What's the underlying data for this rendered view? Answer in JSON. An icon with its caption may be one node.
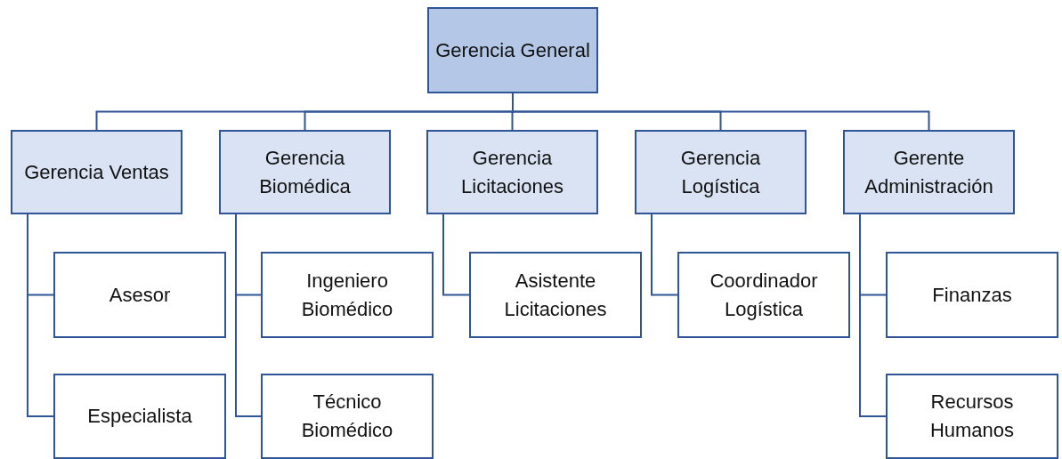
{
  "diagram": {
    "nodes": [
      {
        "text": [
          "Gerencia General"
        ]
      },
      {
        "text": [
          "Gerencia Ventas"
        ]
      },
      {
        "text": [
          "Gerencia Biomédica"
        ]
      },
      {
        "text": [
          "Gerencia Licitaciones"
        ]
      },
      {
        "text": [
          "Gerencia Logística"
        ]
      },
      {
        "text": [
          "Gerente Administración"
        ]
      },
      {
        "text": [
          "Asesor"
        ]
      },
      {
        "text": [
          "Ingeniero Biomédico"
        ]
      },
      {
        "text": [
          "Asistente Licitaciones"
        ]
      },
      {
        "text": [
          "Coordinador Logística"
        ]
      },
      {
        "text": [
          "Finanzas"
        ]
      },
      {
        "text": [
          "Especialista"
        ]
      },
      {
        "text": [
          "Técnico Biomédico"
        ]
      },
      {
        "text": [
          "Recursos Humanos"
        ]
      }
    ],
    "edges": [
      {
        "from": 0,
        "to": 1,
        "arrow": "none"
      },
      {
        "from": 0,
        "to": 2,
        "arrow": "none"
      },
      {
        "from": 0,
        "to": 3,
        "arrow": "none"
      },
      {
        "from": 0,
        "to": 4,
        "arrow": "none"
      },
      {
        "from": 0,
        "to": 5,
        "arrow": "none"
      },
      {
        "from": 1,
        "to": 6,
        "arrow": "none"
      },
      {
        "from": 1,
        "to": 11,
        "arrow": "none"
      },
      {
        "from": 2,
        "to": 7,
        "arrow": "none"
      },
      {
        "from": 2,
        "to": 12,
        "arrow": "none"
      },
      {
        "from": 3,
        "to": 8,
        "arrow": "none"
      },
      {
        "from": 4,
        "to": 9,
        "arrow": "none"
      },
      {
        "from": 5,
        "to": 10,
        "arrow": "none"
      },
      {
        "from": 5,
        "to": 13,
        "arrow": "none"
      }
    ]
  }
}
